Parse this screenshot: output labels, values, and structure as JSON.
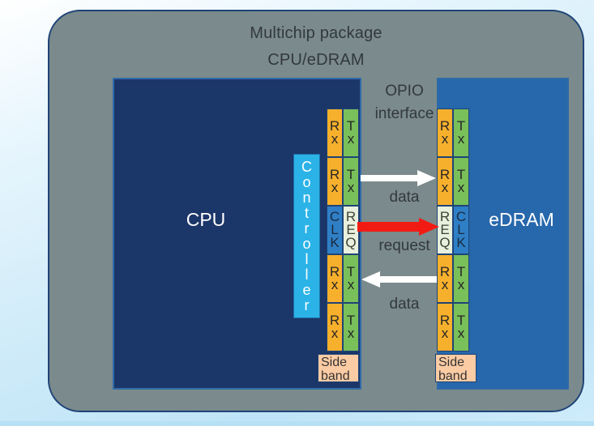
{
  "slide": {
    "package_title": "Multichip package",
    "interface_title": "CPU/eDRAM"
  },
  "dies": {
    "cpu_label": "CPU",
    "edram_label": "eDRAM"
  },
  "controller": {
    "label": "Controller",
    "letters": [
      "C",
      "o",
      "n",
      "t",
      "r",
      "o",
      "l",
      "l",
      "e",
      "r"
    ]
  },
  "interface": {
    "opio_line1": "OPIO",
    "opio_line2": "interface",
    "data_top": "data",
    "request": "request",
    "data_bottom": "data"
  },
  "phy_left": {
    "rows": [
      {
        "left": {
          "label": "Rx",
          "chars": [
            "R",
            "x"
          ],
          "kind": "rx"
        },
        "right": {
          "label": "Tx",
          "chars": [
            "T",
            "x"
          ],
          "kind": "tx"
        }
      },
      {
        "left": {
          "label": "Rx",
          "chars": [
            "R",
            "x"
          ],
          "kind": "rx"
        },
        "right": {
          "label": "Tx",
          "chars": [
            "T",
            "x"
          ],
          "kind": "tx"
        }
      },
      {
        "left": {
          "label": "CLK",
          "chars": [
            "C",
            "L",
            "K"
          ],
          "kind": "clk"
        },
        "right": {
          "label": "REQ",
          "chars": [
            "R",
            "E",
            "Q"
          ],
          "kind": "req"
        }
      },
      {
        "left": {
          "label": "Rx",
          "chars": [
            "R",
            "x"
          ],
          "kind": "rx"
        },
        "right": {
          "label": "Tx",
          "chars": [
            "T",
            "x"
          ],
          "kind": "tx"
        }
      },
      {
        "left": {
          "label": "Rx",
          "chars": [
            "R",
            "x"
          ],
          "kind": "rx"
        },
        "right": {
          "label": "Tx",
          "chars": [
            "T",
            "x"
          ],
          "kind": "tx"
        }
      }
    ],
    "sideband": "Side band"
  },
  "phy_right": {
    "rows": [
      {
        "left": {
          "label": "Rx",
          "chars": [
            "R",
            "x"
          ],
          "kind": "rx"
        },
        "right": {
          "label": "Tx",
          "chars": [
            "T",
            "x"
          ],
          "kind": "tx"
        }
      },
      {
        "left": {
          "label": "Rx",
          "chars": [
            "R",
            "x"
          ],
          "kind": "rx"
        },
        "right": {
          "label": "Tx",
          "chars": [
            "T",
            "x"
          ],
          "kind": "tx"
        }
      },
      {
        "left": {
          "label": "REQ",
          "chars": [
            "R",
            "E",
            "Q"
          ],
          "kind": "req"
        },
        "right": {
          "label": "CLK",
          "chars": [
            "C",
            "L",
            "K"
          ],
          "kind": "clk"
        }
      },
      {
        "left": {
          "label": "Rx",
          "chars": [
            "R",
            "x"
          ],
          "kind": "rx"
        },
        "right": {
          "label": "Tx",
          "chars": [
            "T",
            "x"
          ],
          "kind": "tx"
        }
      },
      {
        "left": {
          "label": "Rx",
          "chars": [
            "R",
            "x"
          ],
          "kind": "rx"
        },
        "right": {
          "label": "Tx",
          "chars": [
            "T",
            "x"
          ],
          "kind": "tx"
        }
      }
    ],
    "sideband": "Side band"
  },
  "sideband_text": {
    "line1": "Side",
    "line2": "band"
  },
  "arrows": [
    {
      "name": "data-top-arrow",
      "direction": "right",
      "color": "#ffffff"
    },
    {
      "name": "request-arrow",
      "direction": "right",
      "color": "#f21b14"
    },
    {
      "name": "data-bottom-arrow",
      "direction": "left",
      "color": "#ffffff"
    }
  ],
  "colors": {
    "background_light": "#e8f6fd",
    "package_gray": "#7b8a8c",
    "package_border": "#1f4477",
    "cpu_die": "#1b3668",
    "edram_die": "#2767ab",
    "controller": "#2bb3e8",
    "rx": "#f7b02c",
    "tx": "#79c05a",
    "clk": "#2f7fc6",
    "req": "#e9f0dd",
    "sideband": "#fbcba3",
    "arrow_white": "#ffffff",
    "arrow_red": "#f21b14",
    "text_dark": "#32393d",
    "text_light": "#ffffff"
  }
}
